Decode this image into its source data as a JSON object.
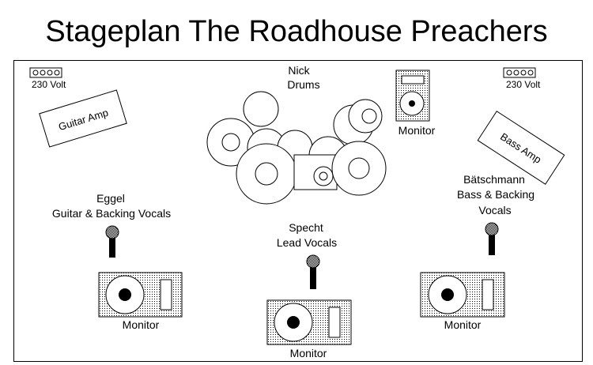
{
  "title": "Stageplan The Roadhouse Preachers",
  "power_left": "230 Volt",
  "power_right": "230 Volt",
  "guitar_amp": "Guitar Amp",
  "bass_amp": "Bass Amp",
  "drummer": {
    "name": "Nick",
    "role": "Drums"
  },
  "drum_monitor": "Monitor",
  "guitarist": {
    "name": "Eggel",
    "role": "Guitar & Backing Vocals"
  },
  "lead": {
    "name": "Specht",
    "role": "Lead Vocals"
  },
  "bassist": {
    "name": "Bätschmann",
    "role_line1": "Bass & Backing",
    "role_line2": "Vocals"
  },
  "monitor_left": "Monitor",
  "monitor_center": "Monitor",
  "monitor_right": "Monitor"
}
